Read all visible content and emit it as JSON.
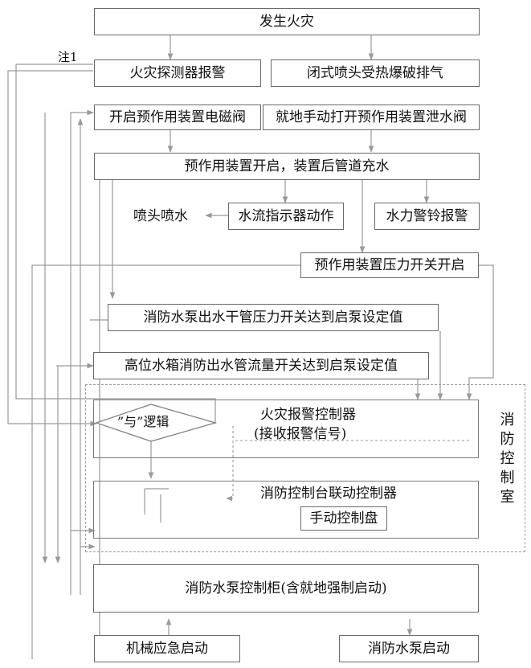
{
  "nodes": {
    "fire_occurs": "发生火灾",
    "detector_alarm": "火灾探测器报警",
    "closed_sprinkler": "闭式喷头受热爆破排气",
    "open_solenoid": "开启预作用装置电磁阀",
    "manual_drain": "就地手动打开预作用装置泄水阀",
    "preaction_open": "预作用装置开启，装置后管道充水",
    "sprinkler_spray": "喷头喷水",
    "flow_indicator": "水流指示器动作",
    "water_bell": "水力警铃报警",
    "pressure_switch": "预作用装置压力开关开启",
    "pump_pressure": "消防水泵出水干管压力开关达到启泵设定值",
    "tank_flow": "高位水箱消防出水管流量开关达到启泵设定值",
    "fire_alarm_controller": "火灾报警控制器",
    "receive_signal": "(接收报警信号)",
    "and_logic": "”与”逻辑",
    "linkage_controller": "消防控制台联动控制器",
    "manual_panel": "手动控制盘",
    "pump_cabinet": "消防水泵控制柜(含就地强制启动)",
    "mech_emergency": "机械应急启动",
    "pump_start": "消防水泵启动",
    "control_room": "消防控制室"
  },
  "note": "注1"
}
